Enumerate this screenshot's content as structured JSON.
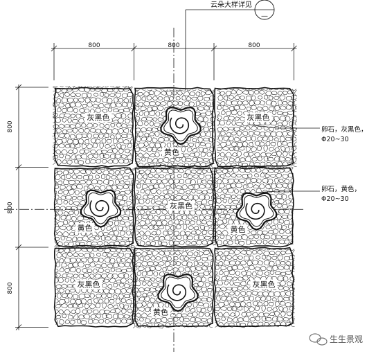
{
  "callout": {
    "text": "云朵大样详见",
    "symbol": "—"
  },
  "dimensions": {
    "top": [
      "800",
      "800",
      "800"
    ],
    "left": [
      "800",
      "800",
      "800"
    ]
  },
  "tiles": [
    {
      "row": 0,
      "col": 0,
      "labels": [
        "灰黑色"
      ],
      "cloud": false
    },
    {
      "row": 0,
      "col": 1,
      "labels": [
        "黄色"
      ],
      "cloud": true
    },
    {
      "row": 0,
      "col": 2,
      "labels": [
        "灰黑色"
      ],
      "cloud": false
    },
    {
      "row": 1,
      "col": 0,
      "labels": [
        "黄色"
      ],
      "cloud": true
    },
    {
      "row": 1,
      "col": 1,
      "labels": [
        "灰黑色"
      ],
      "cloud": false
    },
    {
      "row": 1,
      "col": 2,
      "labels": [
        "黄色"
      ],
      "cloud": true
    },
    {
      "row": 2,
      "col": 0,
      "labels": [
        "灰黑色"
      ],
      "cloud": false
    },
    {
      "row": 2,
      "col": 1,
      "labels": [
        "黄色"
      ],
      "cloud": true
    },
    {
      "row": 2,
      "col": 2,
      "labels": [
        "灰黑色"
      ],
      "cloud": false
    }
  ],
  "notes": [
    {
      "line1": "卵石，灰黑色，",
      "line2": "Φ20~30"
    },
    {
      "line1": "卵石，黄色，",
      "line2": "Φ20~30"
    }
  ],
  "watermark": {
    "icon": "wechat-icon",
    "text": "生生景观"
  }
}
